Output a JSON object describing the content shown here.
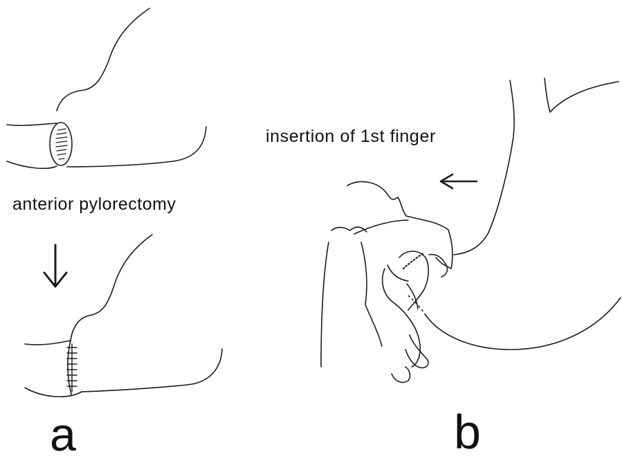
{
  "panel_a": {
    "letter": "a",
    "procedure_label": "anterior pylorectomy"
  },
  "panel_b": {
    "letter": "b",
    "insertion_label": "insertion of 1st finger"
  },
  "colors": {
    "line": "#1a1a1a",
    "background": "#ffffff"
  }
}
